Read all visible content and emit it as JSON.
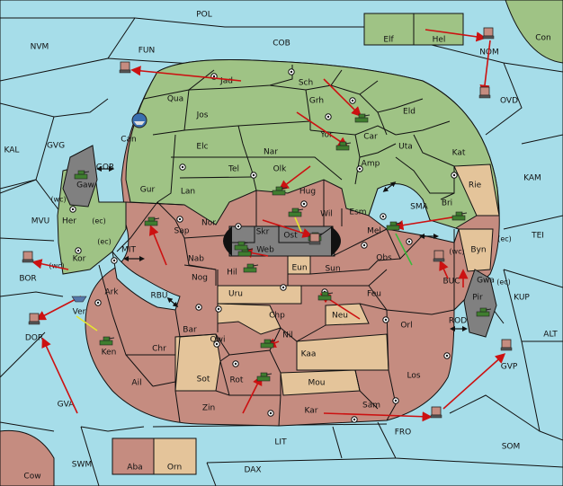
{
  "colors": {
    "sea": "#a6dde9",
    "power_green": "#9fc385",
    "power_red": "#c58c80",
    "neutral": "#e4c49a",
    "impassable": "#808080",
    "order_move": "#cc1111",
    "order_support": "#e6e62e",
    "order_support_alt": "#3cb93c"
  },
  "regions": [
    {
      "id": "POL",
      "label": "POL"
    },
    {
      "id": "NVM",
      "label": "NVM"
    },
    {
      "id": "FUN",
      "label": "FUN"
    },
    {
      "id": "COB",
      "label": "COB"
    },
    {
      "id": "Elf",
      "label": "Elf"
    },
    {
      "id": "Hel",
      "label": "Hel"
    },
    {
      "id": "Con",
      "label": "Con"
    },
    {
      "id": "NOM",
      "label": "NOM"
    },
    {
      "id": "OVD",
      "label": "OVD"
    },
    {
      "id": "Jad",
      "label": "Jad"
    },
    {
      "id": "Sch",
      "label": "Sch"
    },
    {
      "id": "Qua",
      "label": "Qua"
    },
    {
      "id": "Grh",
      "label": "Grh"
    },
    {
      "id": "Eld",
      "label": "Eld"
    },
    {
      "id": "Jos",
      "label": "Jos"
    },
    {
      "id": "Can",
      "label": "Can"
    },
    {
      "id": "Car",
      "label": "Car"
    },
    {
      "id": "Yor",
      "label": "Yor"
    },
    {
      "id": "Uta",
      "label": "Uta"
    },
    {
      "id": "KAL",
      "label": "KAL"
    },
    {
      "id": "GVG",
      "label": "GVG"
    },
    {
      "id": "Elc",
      "label": "Elc"
    },
    {
      "id": "Nar",
      "label": "Nar"
    },
    {
      "id": "Kat",
      "label": "Kat"
    },
    {
      "id": "Amp",
      "label": "Amp"
    },
    {
      "id": "GOR",
      "label": "GOR"
    },
    {
      "id": "Gaw",
      "label": "Gaw"
    },
    {
      "id": "Tel",
      "label": "Tel"
    },
    {
      "id": "Olk",
      "label": "Olk"
    },
    {
      "id": "KAM",
      "label": "KAM"
    },
    {
      "id": "Gur",
      "label": "Gur"
    },
    {
      "id": "Lan",
      "label": "Lan"
    },
    {
      "id": "Hug",
      "label": "Hug"
    },
    {
      "id": "Rie",
      "label": "Rie"
    },
    {
      "id": "Bri",
      "label": "Bri"
    },
    {
      "id": "SMA",
      "label": "SMA"
    },
    {
      "id": "Esm",
      "label": "Esm"
    },
    {
      "id": "Wil",
      "label": "Wil"
    },
    {
      "id": "MVU",
      "label": "MVU"
    },
    {
      "id": "Her",
      "label": "Her"
    },
    {
      "id": "Nor",
      "label": "Nor"
    },
    {
      "id": "Sap",
      "label": "Sap"
    },
    {
      "id": "Skr",
      "label": "Skr"
    },
    {
      "id": "Web",
      "label": "Web"
    },
    {
      "id": "Ost",
      "label": "Ost"
    },
    {
      "id": "Mel",
      "label": "Mel"
    },
    {
      "id": "Byn",
      "label": "Byn"
    },
    {
      "id": "TEI",
      "label": "TEI"
    },
    {
      "id": "Kor",
      "label": "Kor"
    },
    {
      "id": "MIT",
      "label": "MIT"
    },
    {
      "id": "Nab",
      "label": "Nab"
    },
    {
      "id": "Obs",
      "label": "Obs"
    },
    {
      "id": "Eun",
      "label": "Eun"
    },
    {
      "id": "Sun",
      "label": "Sun"
    },
    {
      "id": "BOR",
      "label": "BOR"
    },
    {
      "id": "Hil",
      "label": "Hil"
    },
    {
      "id": "BUC",
      "label": "BUC"
    },
    {
      "id": "Gwa",
      "label": "Gwa"
    },
    {
      "id": "KUP",
      "label": "KUP"
    },
    {
      "id": "Ark",
      "label": "Ark"
    },
    {
      "id": "Nog",
      "label": "Nog"
    },
    {
      "id": "RBU",
      "label": "RBU"
    },
    {
      "id": "Uru",
      "label": "Uru"
    },
    {
      "id": "Feu",
      "label": "Feu"
    },
    {
      "id": "Pir",
      "label": "Pir"
    },
    {
      "id": "Ver",
      "label": "Ver"
    },
    {
      "id": "Chp",
      "label": "Chp"
    },
    {
      "id": "Neu",
      "label": "Neu"
    },
    {
      "id": "DOR",
      "label": "DOR"
    },
    {
      "id": "Orl",
      "label": "Orl"
    },
    {
      "id": "ROD",
      "label": "ROD"
    },
    {
      "id": "Bar",
      "label": "Bar"
    },
    {
      "id": "Qwi",
      "label": "Qwi"
    },
    {
      "id": "Nil",
      "label": "Nil"
    },
    {
      "id": "ALT",
      "label": "ALT"
    },
    {
      "id": "Ken",
      "label": "Ken"
    },
    {
      "id": "Chr",
      "label": "Chr"
    },
    {
      "id": "Kaa",
      "label": "Kaa"
    },
    {
      "id": "GVP",
      "label": "GVP"
    },
    {
      "id": "Ail",
      "label": "Ail"
    },
    {
      "id": "Sot",
      "label": "Sot"
    },
    {
      "id": "Rot",
      "label": "Rot"
    },
    {
      "id": "Mou",
      "label": "Mou"
    },
    {
      "id": "Los",
      "label": "Los"
    },
    {
      "id": "GVA",
      "label": "GVA"
    },
    {
      "id": "Zin",
      "label": "Zin"
    },
    {
      "id": "Kar",
      "label": "Kar"
    },
    {
      "id": "Sam",
      "label": "Sam"
    },
    {
      "id": "FRO",
      "label": "FRO"
    },
    {
      "id": "LIT",
      "label": "LIT"
    },
    {
      "id": "SOM",
      "label": "SOM"
    },
    {
      "id": "SWM",
      "label": "SWM"
    },
    {
      "id": "Aba",
      "label": "Aba"
    },
    {
      "id": "Orn",
      "label": "Orn"
    },
    {
      "id": "DAX",
      "label": "DAX"
    },
    {
      "id": "Cow",
      "label": "Cow"
    }
  ],
  "coast_markers": [
    "(wc)",
    "(ec)",
    "(ec)",
    "(wc)",
    "(wc)",
    "(ec)",
    "(ec)"
  ]
}
